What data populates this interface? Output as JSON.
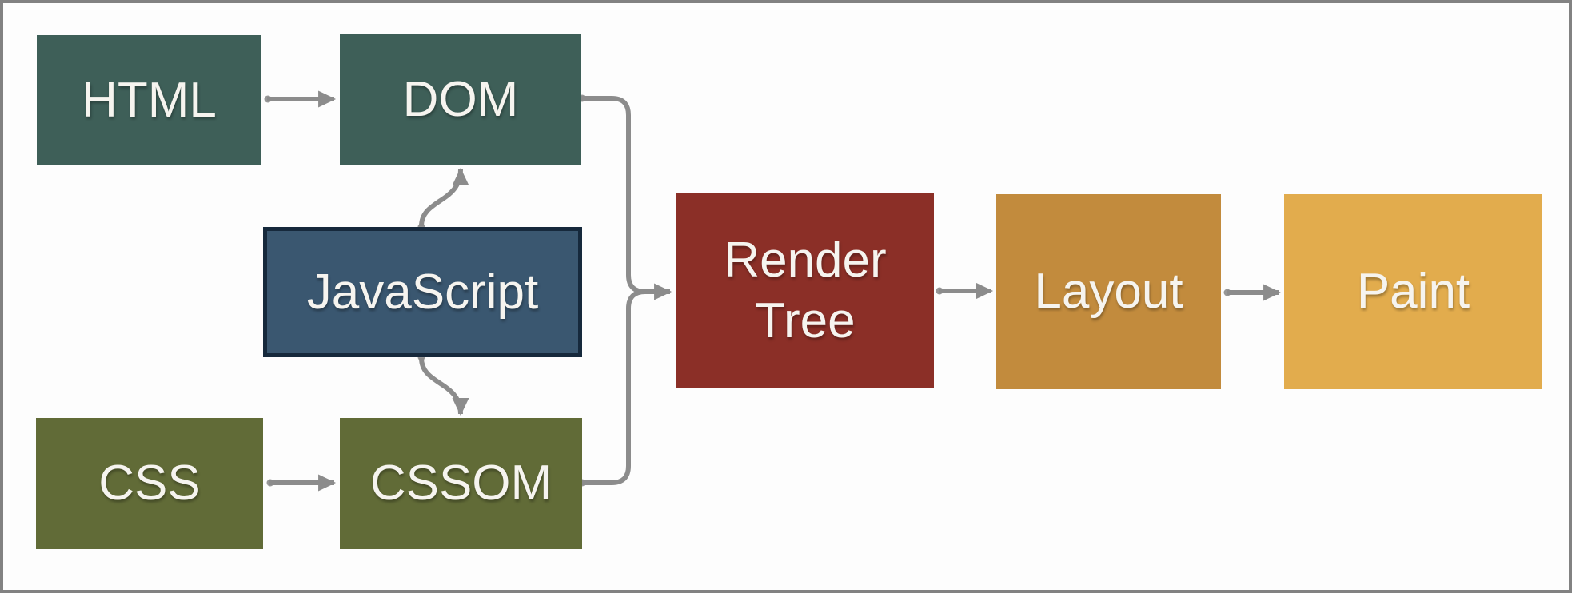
{
  "diagram": {
    "description": "Browser rendering pipeline flowchart",
    "colors": {
      "background": "#FDFDFD",
      "frame": "#828282",
      "connector": "#8C8C8C",
      "label_text": "#F6F4EF",
      "teal_node": "#3E5F58",
      "navy_node": "#3A5770",
      "navy_node_border": "#16293C",
      "olive_node": "#616B37",
      "maroon_node": "#8B2F27",
      "ochre_node": "#C28B3D",
      "gold_node": "#E2AC4D"
    },
    "nodes": [
      {
        "id": "html",
        "label": "HTML",
        "fill": "#3E5F58"
      },
      {
        "id": "dom",
        "label": "DOM",
        "fill": "#3E5F58"
      },
      {
        "id": "javascript",
        "label": "JavaScript",
        "fill": "#3A5770",
        "border": "#16293C"
      },
      {
        "id": "css",
        "label": "CSS",
        "fill": "#616B37"
      },
      {
        "id": "cssom",
        "label": "CSSOM",
        "fill": "#616B37"
      },
      {
        "id": "render_tree",
        "label": "Render Tree",
        "fill": "#8B2F27"
      },
      {
        "id": "layout",
        "label": "Layout",
        "fill": "#C28B3D"
      },
      {
        "id": "paint",
        "label": "Paint",
        "fill": "#E2AC4D"
      }
    ],
    "edges": [
      {
        "from": "HTML",
        "to": "DOM"
      },
      {
        "from": "CSS",
        "to": "CSSOM"
      },
      {
        "from": "JavaScript",
        "to": "DOM"
      },
      {
        "from": "JavaScript",
        "to": "CSSOM"
      },
      {
        "from": "DOM",
        "to": "Render Tree"
      },
      {
        "from": "CSSOM",
        "to": "Render Tree"
      },
      {
        "from": "Render Tree",
        "to": "Layout"
      },
      {
        "from": "Layout",
        "to": "Paint"
      }
    ]
  }
}
